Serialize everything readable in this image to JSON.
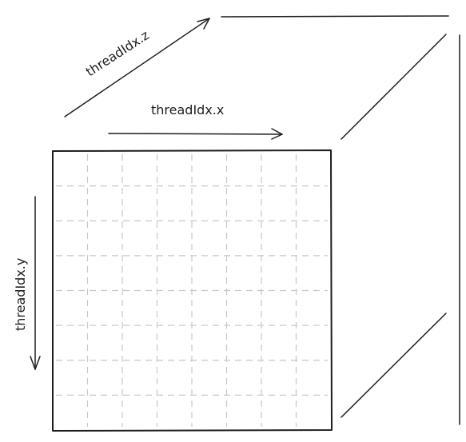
{
  "labels": {
    "x_axis": "threadIdx.x",
    "y_axis": "threadIdx.y",
    "z_axis": "threadIdx.z"
  },
  "colors": {
    "stroke": "#1e1e1e",
    "grid": "#c8c8c8",
    "background": "#ffffff"
  },
  "grid": {
    "columns": 8,
    "rows": 8,
    "style": "dashed"
  }
}
